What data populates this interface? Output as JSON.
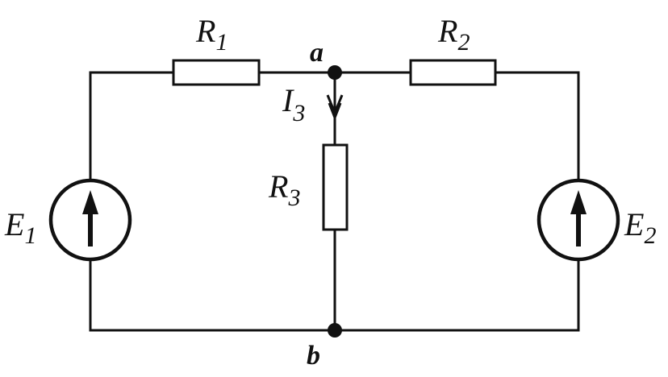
{
  "colors": {
    "ink": "#111111",
    "background": "#ffffff"
  },
  "components": {
    "R1": {
      "symbol": "R",
      "index": "1"
    },
    "R2": {
      "symbol": "R",
      "index": "2"
    },
    "R3": {
      "symbol": "R",
      "index": "3"
    },
    "E1": {
      "symbol": "E",
      "index": "1"
    },
    "E2": {
      "symbol": "E",
      "index": "2"
    },
    "I3": {
      "symbol": "I",
      "index": "3"
    }
  },
  "nodes": {
    "a": "a",
    "b": "b"
  }
}
